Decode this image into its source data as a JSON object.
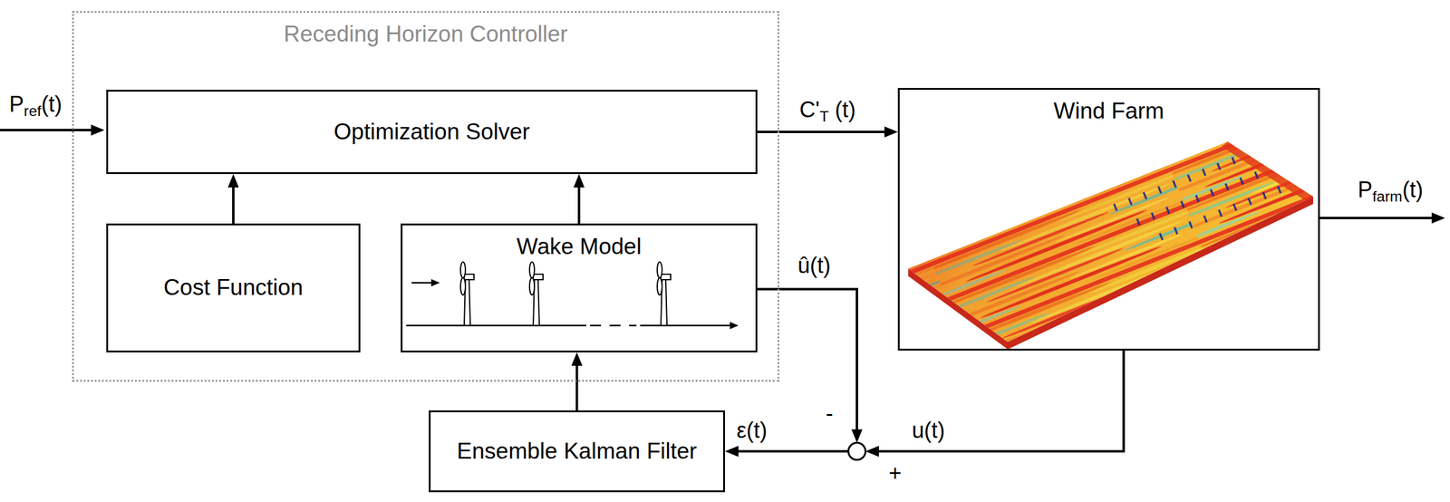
{
  "diagram": {
    "nodes": [
      {
        "text": [
          "Receding Horizon Controller"
        ]
      },
      {
        "text": [
          "Optimization Solver"
        ],
        "in": 0
      },
      {
        "text": [
          "Cost Function"
        ],
        "in": 0
      },
      {
        "text": [
          "Wake Model"
        ],
        "in": 0
      },
      {
        "text": [
          "Wind Farm"
        ]
      },
      {
        "text": [
          "Ensemble Kalman Filter"
        ]
      }
    ],
    "edges": [
      {
        "from": 2,
        "to": 1,
        "arrow": "to"
      },
      {
        "from": 3,
        "to": 1,
        "arrow": "to"
      },
      {
        "from": 1,
        "to": 4,
        "label": "C'T (t)",
        "arrow": "to"
      },
      {
        "from": 5,
        "to": 3,
        "arrow": "to"
      },
      {
        "from": 3,
        "to": 5,
        "arrow": "to"
      },
      {
        "from": 4,
        "to": 5,
        "arrow": "to"
      }
    ],
    "labels": [
      "Pref(t)",
      "Pfarm(t)",
      "û(t)",
      "u(t)",
      "ε(t)",
      "-",
      "+"
    ]
  }
}
